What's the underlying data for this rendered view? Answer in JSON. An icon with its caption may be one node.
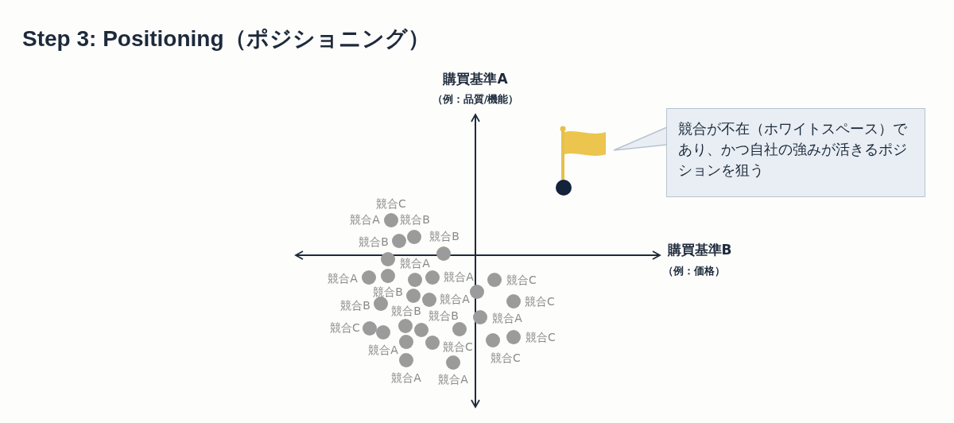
{
  "diagram": {
    "title": "Step 3: Positioning（ポジショニング）",
    "nodes": [
      {
        "text": [
          "競合が不在（ホワイトスペース）であり、かつ自社の強みが活きるポジションを狙う"
        ]
      }
    ],
    "edges": [],
    "labels": [
      "購買基準A",
      "（例：品質/機能）",
      "購買基準B",
      "（例：価格）",
      "競合C",
      "競合A",
      "競合B",
      "競合B",
      "競合B",
      "競合A",
      "競合A",
      "競合A",
      "競合C",
      "競合B",
      "競合A",
      "競合B",
      "競合C",
      "競合B",
      "競合B",
      "競合A",
      "競合C",
      "競合C",
      "競合A",
      "競合C",
      "競合C",
      "競合A",
      "競合A"
    ]
  }
}
